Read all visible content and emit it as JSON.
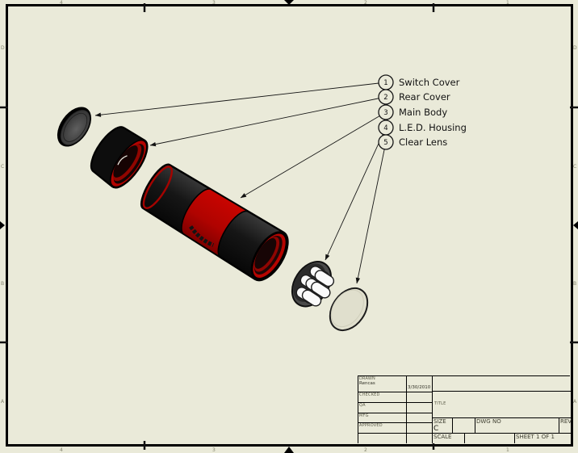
{
  "drawing": {
    "callouts": [
      {
        "num": "1",
        "label": "Switch Cover"
      },
      {
        "num": "2",
        "label": "Rear Cover"
      },
      {
        "num": "3",
        "label": "Main Body"
      },
      {
        "num": "4",
        "label": "L.E.D. Housing"
      },
      {
        "num": "5",
        "label": "Clear Lens"
      }
    ]
  },
  "zones": {
    "rows": [
      "D",
      "C",
      "B",
      "A"
    ],
    "cols": [
      "4",
      "3",
      "2",
      "1"
    ]
  },
  "title_block": {
    "rows": [
      {
        "label": "DRAWN",
        "name": "Rencas",
        "date": "3/30/2010"
      },
      {
        "label": "CHECKED",
        "name": "",
        "date": ""
      },
      {
        "label": "QA",
        "name": "",
        "date": ""
      },
      {
        "label": "MFG",
        "name": "",
        "date": ""
      },
      {
        "label": "APPROVED",
        "name": "",
        "date": ""
      },
      {
        "label": "",
        "name": "",
        "date": ""
      }
    ],
    "title_label": "TITLE",
    "size_label": "SIZE",
    "size_value": "C",
    "dwg_no_label": "DWG NO",
    "rev_label": "REV",
    "scale_label": "SCALE",
    "sheet_label": "SHEET 1 OF 1"
  },
  "colors": {
    "background": "#eaead9",
    "red": "#c00400",
    "dark_red": "#7c0000",
    "line": "#111111"
  }
}
